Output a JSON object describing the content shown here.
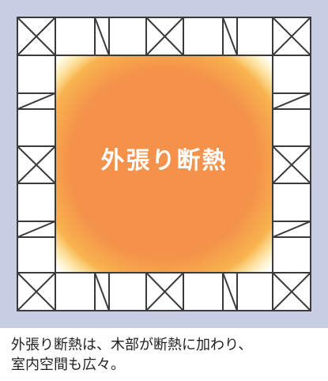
{
  "diagram": {
    "center_label": "外張り断熱",
    "colors": {
      "background": "#c7cde3",
      "frame_fill": "#ffffff",
      "line": "#3a3a3a",
      "heat_core": "#f4914a",
      "heat_glow": "#fce25a"
    }
  },
  "caption": {
    "line1": "外張り断熱は、木部が断熱に加わり、",
    "line2": "室内空間も広々。"
  }
}
